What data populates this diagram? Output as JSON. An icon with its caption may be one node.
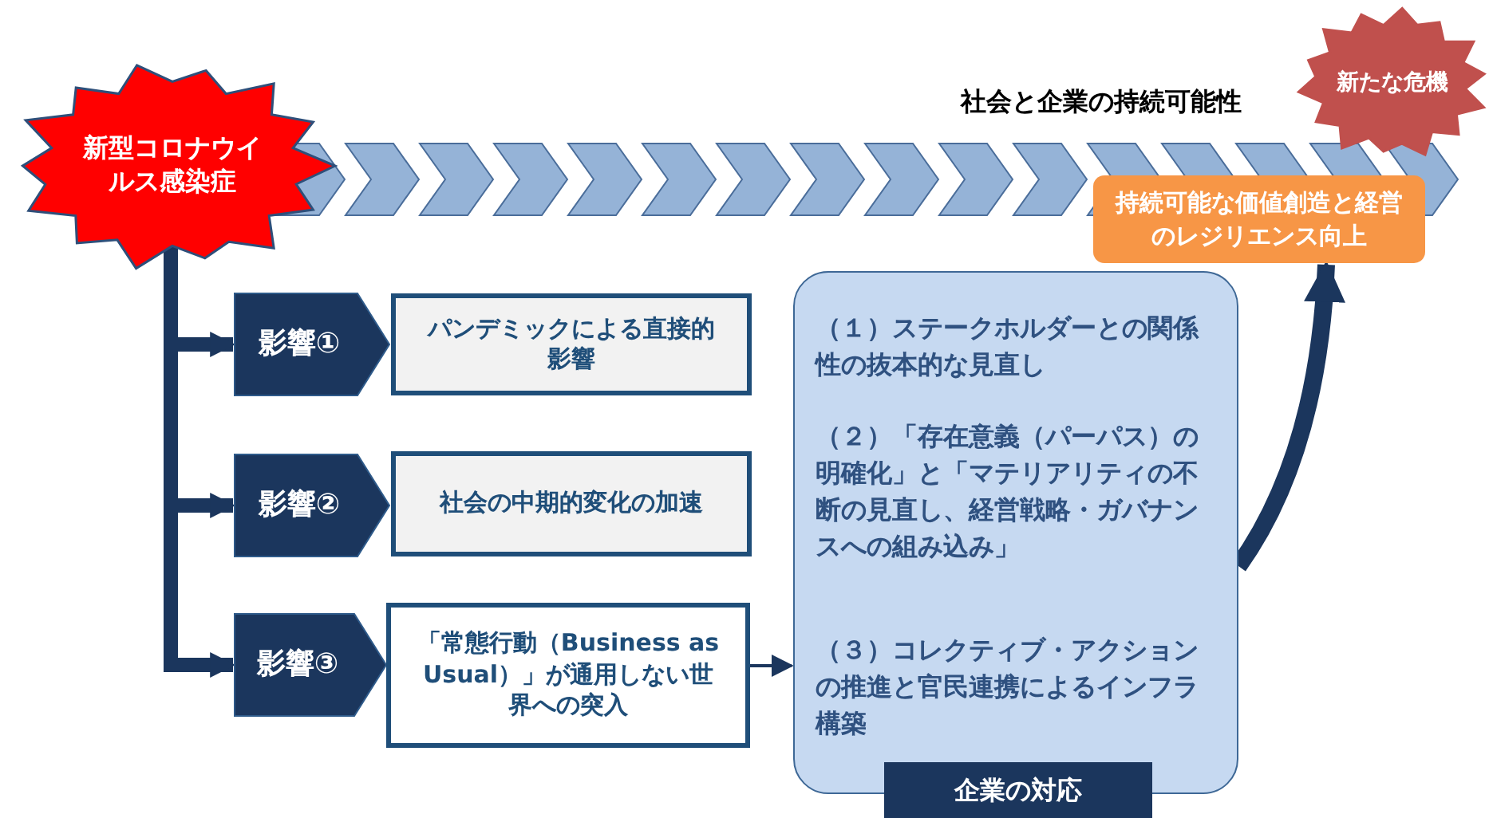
{
  "diagram": {
    "nodes": [
      {
        "text": [
          "新型コロナウイルス感染症"
        ]
      },
      {
        "text": [
          "新たな危機"
        ]
      },
      {
        "text": [
          "影響①"
        ]
      },
      {
        "text": [
          "パンデミックによる直接的影響"
        ]
      },
      {
        "text": [
          "影響②"
        ]
      },
      {
        "text": [
          "社会の中期的変化の加速"
        ]
      },
      {
        "text": [
          "影響③"
        ]
      },
      {
        "text": [
          "「常態行動（Business as Usual）」が通用しない世界への突入"
        ]
      },
      {
        "text": [
          "（１）ステークホルダーとの関係性の抜本的な見直し",
          "（２）「存在意義（パーパス）の明確化」と「マテリアリティの不断の見直し、経営戦略・ガバナンスへの組み込み」",
          "（３）コレクティブ・アクションの推進と官民連携によるインフラ構築",
          "企業の対応"
        ]
      },
      {
        "text": [
          "持続可能な価値創造と経営のレジリエンス向上"
        ]
      }
    ],
    "edges": [
      {
        "from": 0,
        "to": 2,
        "arrow": "to"
      },
      {
        "from": 0,
        "to": 4,
        "arrow": "to"
      },
      {
        "from": 0,
        "to": 6,
        "arrow": "to"
      },
      {
        "from": 7,
        "to": 8,
        "arrow": "to"
      },
      {
        "from": 8,
        "to": 9,
        "arrow": "to"
      }
    ],
    "labels": [
      "社会と企業の持続可能性"
    ]
  }
}
